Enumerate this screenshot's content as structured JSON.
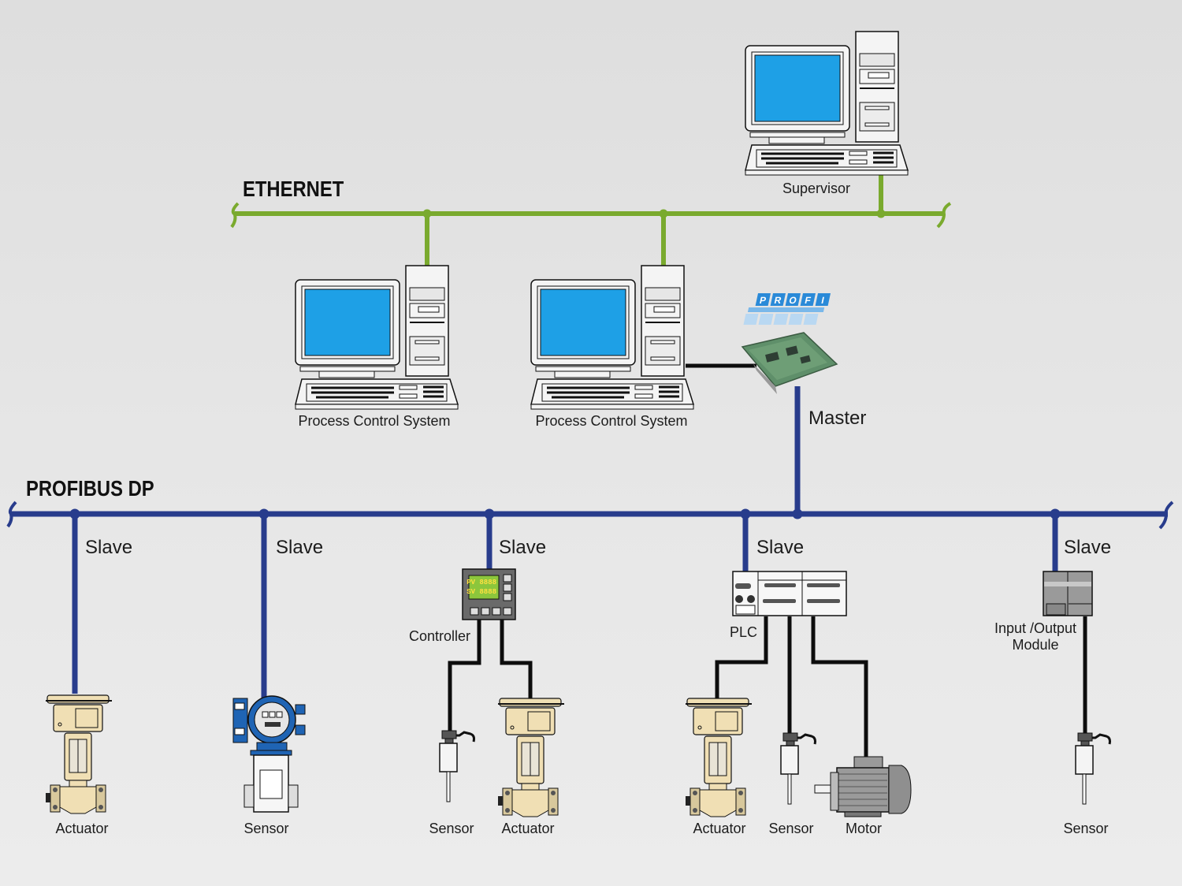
{
  "buses": {
    "ethernet": {
      "label": "ETHERNET",
      "color": "#7aaa2e"
    },
    "profibus": {
      "label": "PROFIBUS DP",
      "color": "#283c8c"
    }
  },
  "wire_color": "#0d0d0d",
  "screen_color": "#1ea0e6",
  "ethernet_nodes": [
    {
      "id": "supervisor",
      "label": "Supervisor"
    },
    {
      "id": "pcs1",
      "label": "Process Control System"
    },
    {
      "id": "pcs2",
      "label": "Process Control System"
    }
  ],
  "master": {
    "label": "Master",
    "card_logo": "PROFIBUS"
  },
  "slaves": [
    {
      "id": "slave1",
      "role": "Slave",
      "device": "Actuator"
    },
    {
      "id": "slave2",
      "role": "Slave",
      "device": "Sensor"
    },
    {
      "id": "slave3",
      "role": "Slave",
      "device": "Controller",
      "children": [
        "Sensor",
        "Actuator"
      ]
    },
    {
      "id": "slave4",
      "role": "Slave",
      "device": "PLC",
      "children": [
        "Actuator",
        "Sensor",
        "Motor"
      ]
    },
    {
      "id": "slave5",
      "role": "Slave",
      "device": "Input /Output\nModule",
      "device_line1": "Input /Output",
      "device_line2": "Module",
      "children": [
        "Sensor"
      ]
    }
  ],
  "controller_display": {
    "pv": "8888",
    "sv": "8888",
    "pv_label": "PV",
    "sv_label": "SV"
  }
}
